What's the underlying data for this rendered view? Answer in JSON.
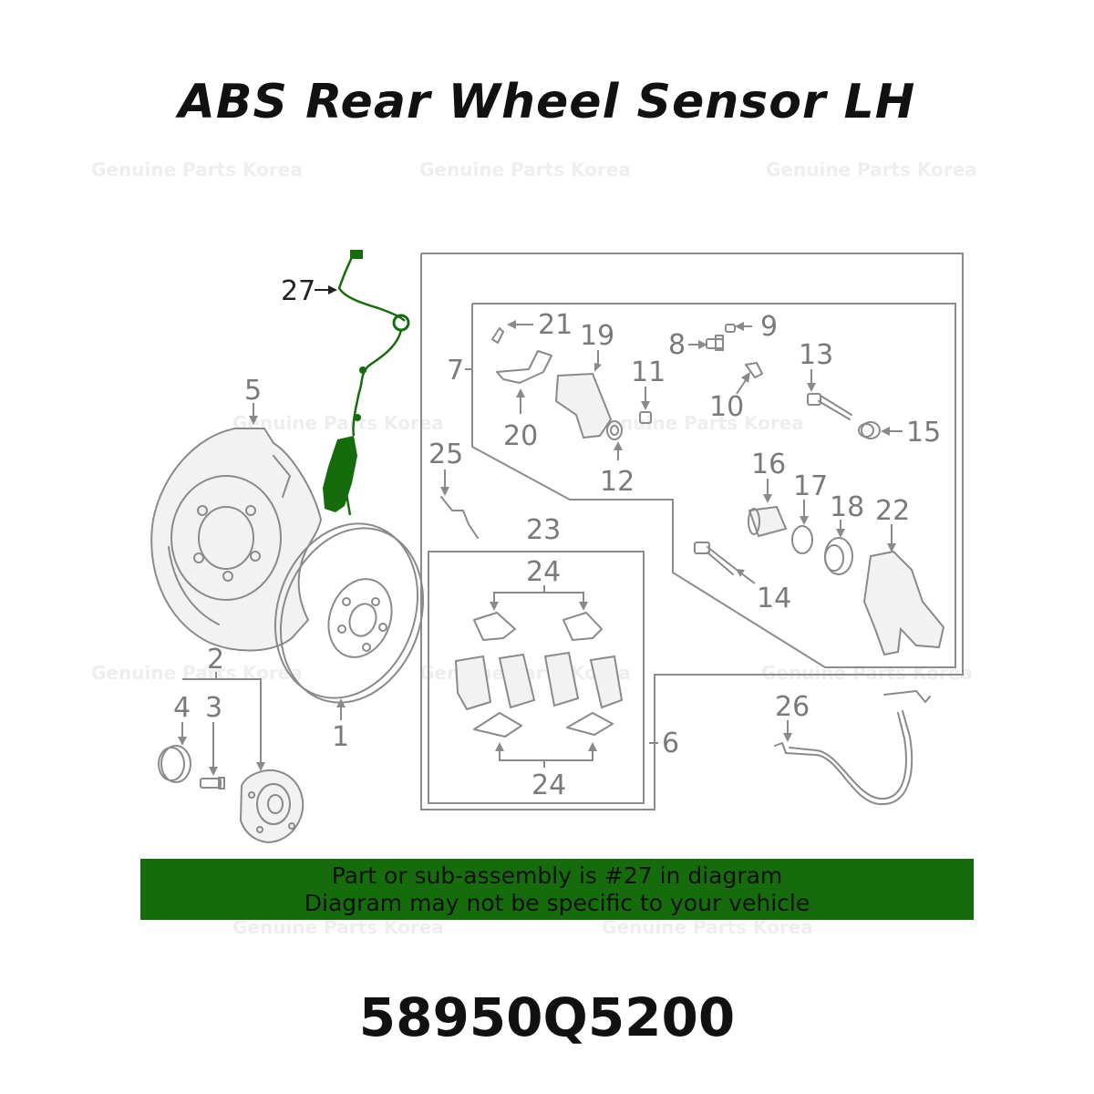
{
  "title": "ABS Rear Wheel Sensor LH",
  "watermark": "Genuine Parts Korea",
  "callouts": {
    "c1": "1",
    "c2": "2",
    "c3": "3",
    "c4": "4",
    "c5": "5",
    "c6": "6",
    "c7": "7",
    "c8": "8",
    "c9": "9",
    "c10": "10",
    "c11": "11",
    "c12": "12",
    "c13": "13",
    "c14": "14",
    "c15": "15",
    "c16": "16",
    "c17": "17",
    "c18": "18",
    "c19": "19",
    "c20": "20",
    "c21": "21",
    "c22": "22",
    "c23": "23",
    "c24a": "24",
    "c24b": "24",
    "c25": "25",
    "c26": "26",
    "c27": "27"
  },
  "highlighted_part": "27",
  "highlight_color": "#166c0c",
  "banner": {
    "line1": "Part or sub-assembly is #27 in diagram",
    "line2": "Diagram may not be specific to your vehicle"
  },
  "part_number": "58950Q5200"
}
